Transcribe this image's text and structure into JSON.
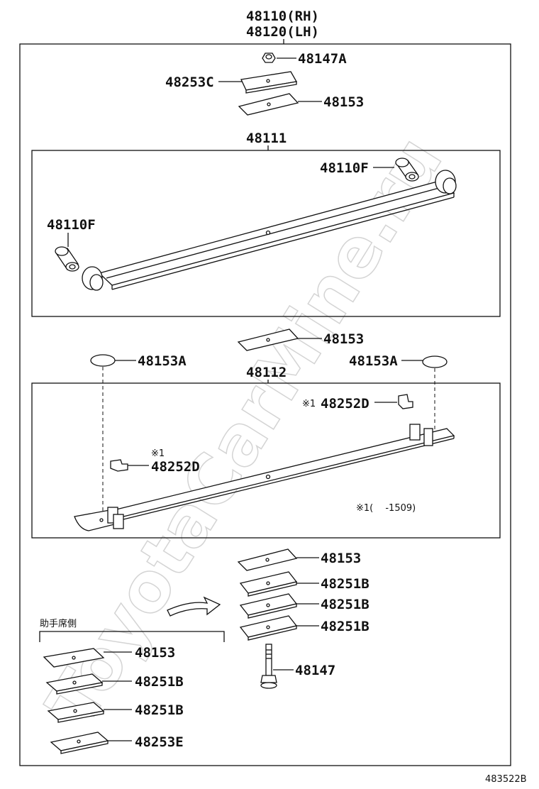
{
  "watermark": "ToyotaCarMine.ru",
  "header": {
    "line1": "48110(RH)",
    "line2": "48120(LH)"
  },
  "parts": {
    "p48147A": "48147A",
    "p48253C": "48253C",
    "p48153_top": "48153",
    "p48111": "48111",
    "p48110F_right": "48110F",
    "p48110F_left": "48110F",
    "p48153_mid": "48153",
    "p48153A_left": "48153A",
    "p48153A_right": "48153A",
    "p48112": "48112",
    "p48252D_right": "48252D",
    "p48252D_left": "48252D",
    "p48153_low": "48153",
    "p48251B_1": "48251B",
    "p48251B_2": "48251B",
    "p48251B_3": "48251B",
    "p48147": "48147",
    "p48153_sub": "48153",
    "p48251B_sub1": "48251B",
    "p48251B_sub2": "48251B",
    "p48253E": "48253E"
  },
  "notes": {
    "mark_right": "※1",
    "mark_left": "※1",
    "footnote": "※1(　 -1509)",
    "subgroup_title": "助手席側"
  },
  "diagram_id": "483522B"
}
